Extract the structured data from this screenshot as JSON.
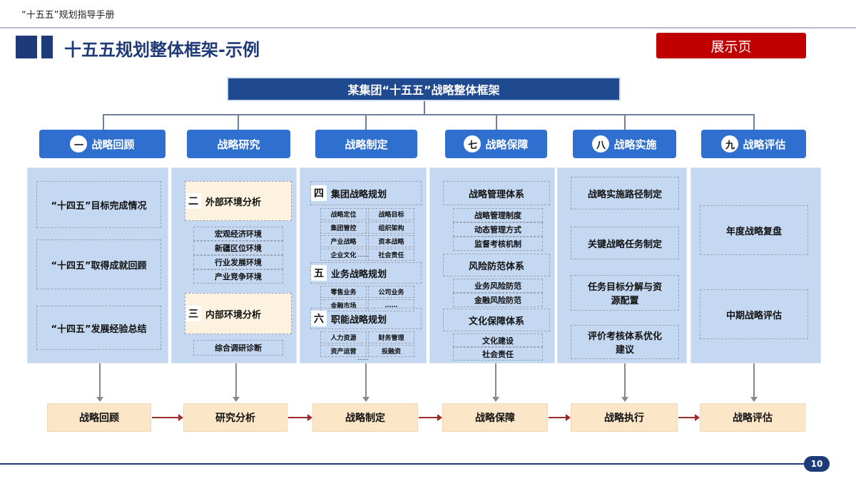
{
  "header": {
    "brand": "“十五五”规划指导手册",
    "title": "十五五规划整体框架-示例",
    "badge": "展示页"
  },
  "framework_title": "某集团“十五五”战略整体框架",
  "columns": [
    {
      "num": "一",
      "label": "战略回顾"
    },
    {
      "num": "",
      "label": "战略研究"
    },
    {
      "num": "",
      "label": "战略制定"
    },
    {
      "num": "七",
      "label": "战略保障"
    },
    {
      "num": "八",
      "label": "战略实施"
    },
    {
      "num": "九",
      "label": "战略评估"
    }
  ],
  "review": [
    "“十四五”目标完成情况",
    "“十四五”取得成就回顾",
    "“十四五”发展经验总结"
  ],
  "research": {
    "external": {
      "num": "二",
      "label": "外部环境分析",
      "items": [
        "宏观经济环境",
        "新疆区位环境",
        "行业发展环境",
        "产业竞争环境"
      ]
    },
    "internal": {
      "num": "三",
      "label": "内部环境分析",
      "items": [
        "综合调研诊断"
      ]
    }
  },
  "formulation": {
    "group": {
      "num": "四",
      "label": "集团战略规划",
      "items": [
        "战略定位",
        "战略目标",
        "集团管控",
        "组织架构",
        "产业战略",
        "资本战略",
        "企业文化",
        "社会责任"
      ],
      "more": "……"
    },
    "business": {
      "num": "五",
      "label": "业务战略规划",
      "items": [
        "零售业务",
        "公司业务",
        "金融市场",
        "……"
      ]
    },
    "functional": {
      "num": "六",
      "label": "职能战略规划",
      "items": [
        "人力资源",
        "财务管理",
        "资产运营",
        "投融资"
      ],
      "more": "……"
    }
  },
  "guarantee": [
    {
      "label": "战略管理体系",
      "items": [
        "战略管理制度",
        "动态管理方式",
        "监督考核机制"
      ]
    },
    {
      "label": "风险防范体系",
      "items": [
        "业务风险防范",
        "金融风险防范"
      ]
    },
    {
      "label": "文化保障体系",
      "items": [
        "文化建设",
        "社会责任"
      ]
    }
  ],
  "implementation": [
    "战略实施路径制定",
    "关键战略任务制定",
    "任务目标分解与资源配置",
    "评价考核体系优化建议"
  ],
  "evaluation": [
    "年度战略复盘",
    "中期战略评估"
  ],
  "flow": [
    "战略回顾",
    "研究分析",
    "战略制定",
    "战略保障",
    "战略执行",
    "战略评估"
  ],
  "page_number": "10",
  "colors": {
    "navy": "#1f3a78",
    "header_blue": "#2f6fd0",
    "panel": "#c5d8f2",
    "beige": "#fbe6c8",
    "red": "#c00000"
  }
}
